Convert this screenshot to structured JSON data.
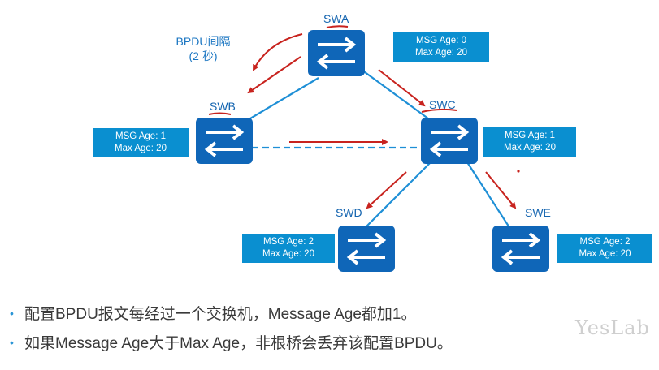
{
  "switches": [
    {
      "name": "SWA"
    },
    {
      "name": "SWB"
    },
    {
      "name": "SWC"
    },
    {
      "name": "SWD"
    },
    {
      "name": "SWE"
    }
  ],
  "info_boxes": {
    "swa": {
      "msg_age": "MSG Age: 0",
      "max_age": "Max Age: 20"
    },
    "swb": {
      "msg_age": "MSG Age: 1",
      "max_age": "Max Age: 20"
    },
    "swc": {
      "msg_age": "MSG Age: 1",
      "max_age": "Max Age: 20"
    },
    "swd": {
      "msg_age": "MSG Age: 2",
      "max_age": "Max Age: 20"
    },
    "swe": {
      "msg_age": "MSG Age: 2",
      "max_age": "Max Age: 20"
    }
  },
  "bpdu_note": {
    "line1": "BPDU间隔",
    "line2": "(2 秒)"
  },
  "bullets": [
    "配置BPDU报文每经过一个交换机，Message Age都加1。",
    "如果Message Age大于Max Age，非根桥会丢弃该配置BPDU。"
  ],
  "watermark": "YesLab",
  "colors": {
    "switch_fill": "#0f66b8",
    "link": "#1e8fd6",
    "arrow": "#c8231e",
    "info_box": "#0a8fd0",
    "label": "#1565b0"
  }
}
